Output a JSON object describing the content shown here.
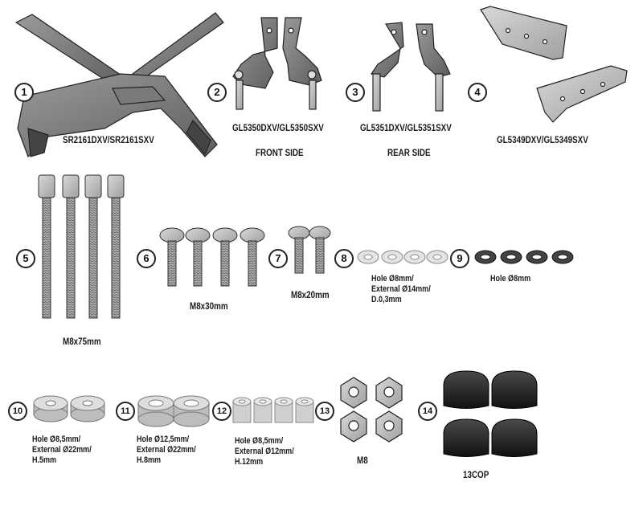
{
  "items": [
    {
      "number": "1",
      "label": "SR2161DXV/SR2161SXV"
    },
    {
      "number": "2",
      "label": "GL5350DXV/GL5350SXV",
      "sublabel": "FRONT SIDE"
    },
    {
      "number": "3",
      "label": "GL5351DXV/GL5351SXV",
      "sublabel": "REAR SIDE"
    },
    {
      "number": "4",
      "label": "GL5349DXV/GL5349SXV"
    },
    {
      "number": "5",
      "label": "M8x75mm"
    },
    {
      "number": "6",
      "label": "M8x30mm"
    },
    {
      "number": "7",
      "label": "M8x20mm"
    },
    {
      "number": "8",
      "spec": [
        "Hole Ø8mm/",
        "External Ø14mm/",
        "D.0,3mm"
      ]
    },
    {
      "number": "9",
      "spec": [
        "Hole Ø8mm"
      ]
    },
    {
      "number": "10",
      "spec": [
        "Hole Ø8,5mm/",
        "External Ø22mm/",
        "H.5mm"
      ]
    },
    {
      "number": "11",
      "spec": [
        "Hole Ø12,5mm/",
        "External Ø22mm/",
        "H.8mm"
      ]
    },
    {
      "number": "12",
      "spec": [
        "Hole Ø8,5mm/",
        "External Ø12mm/",
        "H.12mm"
      ]
    },
    {
      "number": "13",
      "label": "M8"
    },
    {
      "number": "14",
      "label": "13COP"
    }
  ]
}
